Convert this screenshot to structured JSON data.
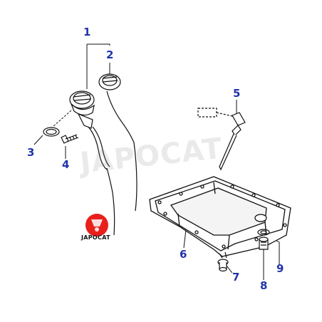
{
  "callouts": {
    "c1": "1",
    "c2": "2",
    "c3": "3",
    "c4": "4",
    "c5": "5",
    "c6": "6",
    "c7": "7",
    "c8": "8",
    "c9": "9"
  },
  "watermark": "JAPOCAT",
  "logo": {
    "text": "JAPOCAT"
  },
  "colors": {
    "callout": "#2233aa",
    "line": "#111111",
    "logo": "#e8201c"
  }
}
